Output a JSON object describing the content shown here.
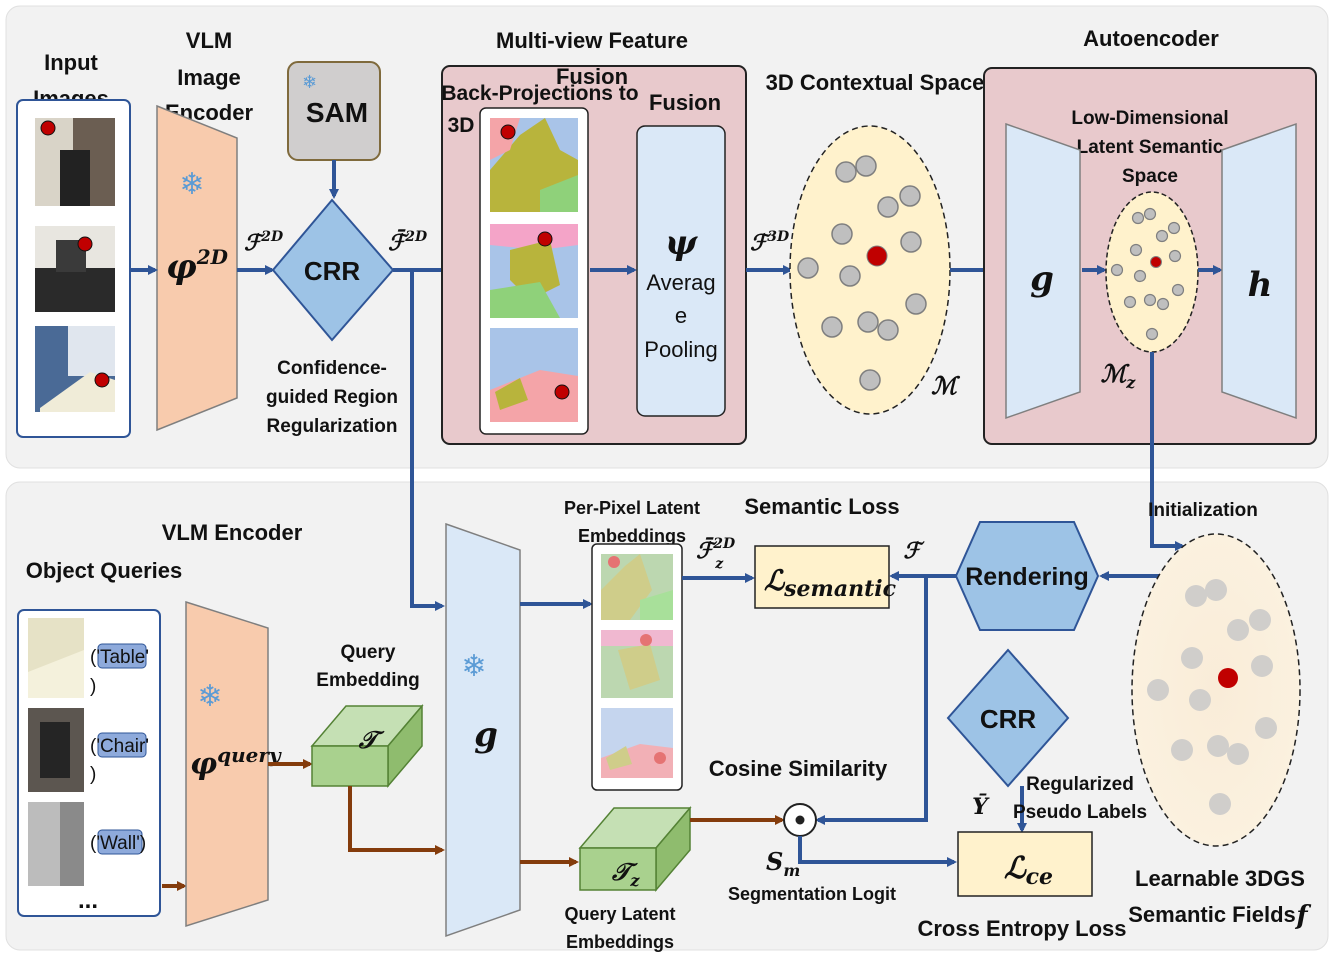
{
  "top": {
    "input_images": [
      "Input",
      "Images"
    ],
    "vlm_image_encoder": [
      "VLM",
      "Image",
      "Encoder"
    ],
    "phi2d": "φ",
    "phi2d_sup": "2D",
    "f2d": "ℱ",
    "f2d_sup": "2D",
    "sam": "SAM",
    "crr": "CRR",
    "crr_caption": [
      "Confidence-",
      "guided Region",
      "Regularization"
    ],
    "f2d_bar": "ℱ̄",
    "f2d_bar_sup": "2D",
    "multiview_title": [
      "Multi-view Feature",
      "Fusion"
    ],
    "backproj": [
      "Back-Projections to",
      "3D"
    ],
    "fusion": "Fusion",
    "psi": "ψ",
    "avg_pooling": [
      "Averag",
      "e",
      "Pooling"
    ],
    "f3d": "ℱ",
    "f3d_sup": "3D",
    "contextual_space": "3D Contextual Space",
    "m_label": "ℳ",
    "autoencoder": "Autoencoder",
    "latent_space": [
      "Low-Dimensional",
      "Latent Semantic",
      "Space"
    ],
    "g": "g",
    "h": "h",
    "mz": "ℳ",
    "mz_sub": "z"
  },
  "bottom": {
    "vlm_encoder": "VLM Encoder",
    "object_queries": "Object Queries",
    "queries": [
      "('Table'",
      ")",
      "('Chair'",
      ")",
      "('Wall')",
      "..."
    ],
    "phi_query": "φ",
    "phi_query_sup": "query",
    "query_embedding": [
      "Query",
      "Embedding"
    ],
    "t": "𝒯",
    "g": "g",
    "per_pixel": [
      "Per-Pixel Latent",
      "Embeddings"
    ],
    "fz2d": "ℱ̄",
    "fz2d_sup": "2D",
    "fz2d_sub": "z",
    "semantic_loss": "Semantic Loss",
    "l_semantic": "ℒ",
    "l_semantic_sub": "semantic",
    "f_render": "ℱ",
    "rendering": "Rendering",
    "initialization": "Initialization",
    "cosine_similarity": "Cosine Similarity",
    "tz": "𝒯",
    "tz_sub": "z",
    "query_latent": [
      "Query Latent",
      "Embeddings"
    ],
    "sm": "S",
    "sm_sub": "m",
    "seg_logit": "Segmentation Logit",
    "crr": "CRR",
    "ybar": "Ȳ",
    "regularized": [
      "Regularized",
      "Pseudo Labels"
    ],
    "l_ce": "ℒ",
    "l_ce_sub": "ce",
    "cross_entropy": "Cross Entropy Loss",
    "learnable": [
      "Learnable 3DGS",
      "Semantic Fields"
    ],
    "f_italic": "f"
  },
  "colors": {
    "blue_arrow": "#2f5597",
    "brown_arrow": "#843c0c",
    "encoder_peach": "#f8cbad",
    "light_blue": "#dae8f7",
    "pink_panel": "#e8c9cc",
    "cream": "#fff2cc",
    "diamond_blue": "#9dc3e6",
    "green": "#a9d18e",
    "red_dot": "#c00000",
    "grey_dot": "#bfbfbf"
  }
}
